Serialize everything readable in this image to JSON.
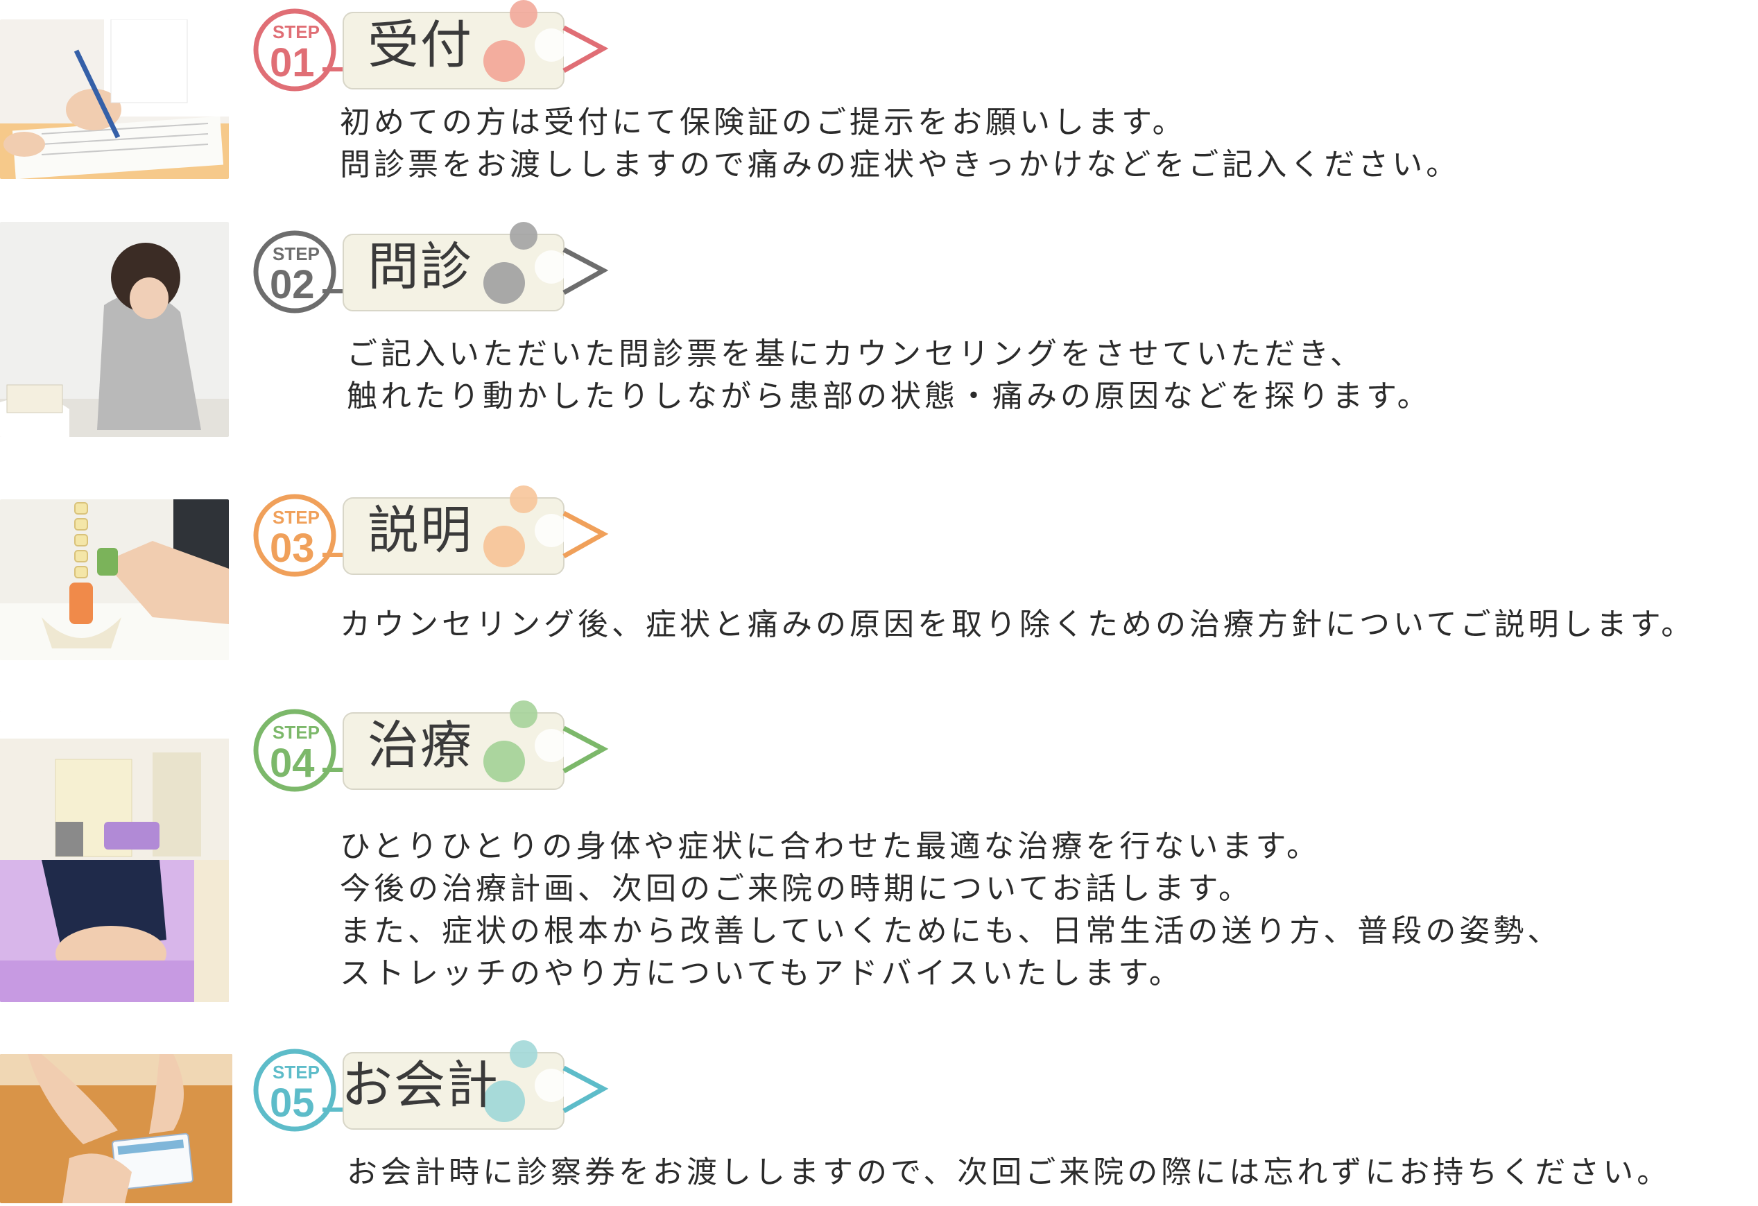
{
  "steps": [
    {
      "step_label": "STEP",
      "number": "01",
      "title": "受付",
      "color": "#e06e75",
      "circle_color": "#f2a99a",
      "photo": "reception-form-writing",
      "lines": [
        "初めての方は受付にて保険証のご提示をお願いします。",
        "問診票をお渡ししますので痛みの症状やきっかけなどをご記入ください。"
      ]
    },
    {
      "step_label": "STEP",
      "number": "02",
      "title": "問診",
      "color": "#6d6d6d",
      "circle_color": "#a3a3a3",
      "photo": "consultation-patient",
      "lines": [
        "ご記入いただいた問診票を基にカウンセリングをさせていただき、",
        "触れたり動かしたりしながら患部の状態・痛みの原因などを探ります。"
      ]
    },
    {
      "step_label": "STEP",
      "number": "03",
      "title": "説明",
      "color": "#f0a05a",
      "circle_color": "#f7c59a",
      "photo": "spine-model-explanation",
      "lines": [
        "カウンセリング後、症状と痛みの原因を取り除くための治療方針についてご説明します。"
      ]
    },
    {
      "step_label": "STEP",
      "number": "04",
      "title": "治療",
      "color": "#7cb86a",
      "circle_color": "#a6d39a",
      "photo": "treatment-room-and-massage",
      "lines": [
        "ひとりひとりの身体や症状に合わせた最適な治療を行ないます。",
        "今後の治療計画、次回のご来院の時期についてお話します。",
        "また、症状の根本から改善していくためにも、日常生活の送り方、普段の姿勢、",
        "ストレッチのやり方についてもアドバイスいたします。"
      ]
    },
    {
      "step_label": "STEP",
      "number": "05",
      "title": "お会計",
      "color": "#5dbcc9",
      "circle_color": "#a2d8d8",
      "photo": "card-handover",
      "lines": [
        "お会計時に診察券をお渡ししますので、次回ご来院の際には忘れずにお持ちください。"
      ]
    }
  ]
}
